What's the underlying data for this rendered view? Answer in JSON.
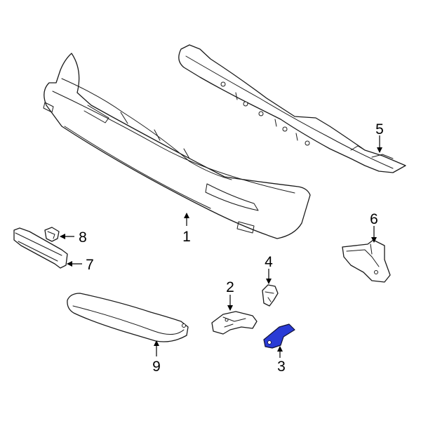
{
  "diagram": {
    "highlight_color": "#2a3bd6",
    "callouts": [
      {
        "id": "1",
        "label": "1"
      },
      {
        "id": "2",
        "label": "2"
      },
      {
        "id": "3",
        "label": "3"
      },
      {
        "id": "4",
        "label": "4"
      },
      {
        "id": "5",
        "label": "5"
      },
      {
        "id": "6",
        "label": "6"
      },
      {
        "id": "7",
        "label": "7"
      },
      {
        "id": "8",
        "label": "8"
      },
      {
        "id": "9",
        "label": "9"
      }
    ]
  }
}
